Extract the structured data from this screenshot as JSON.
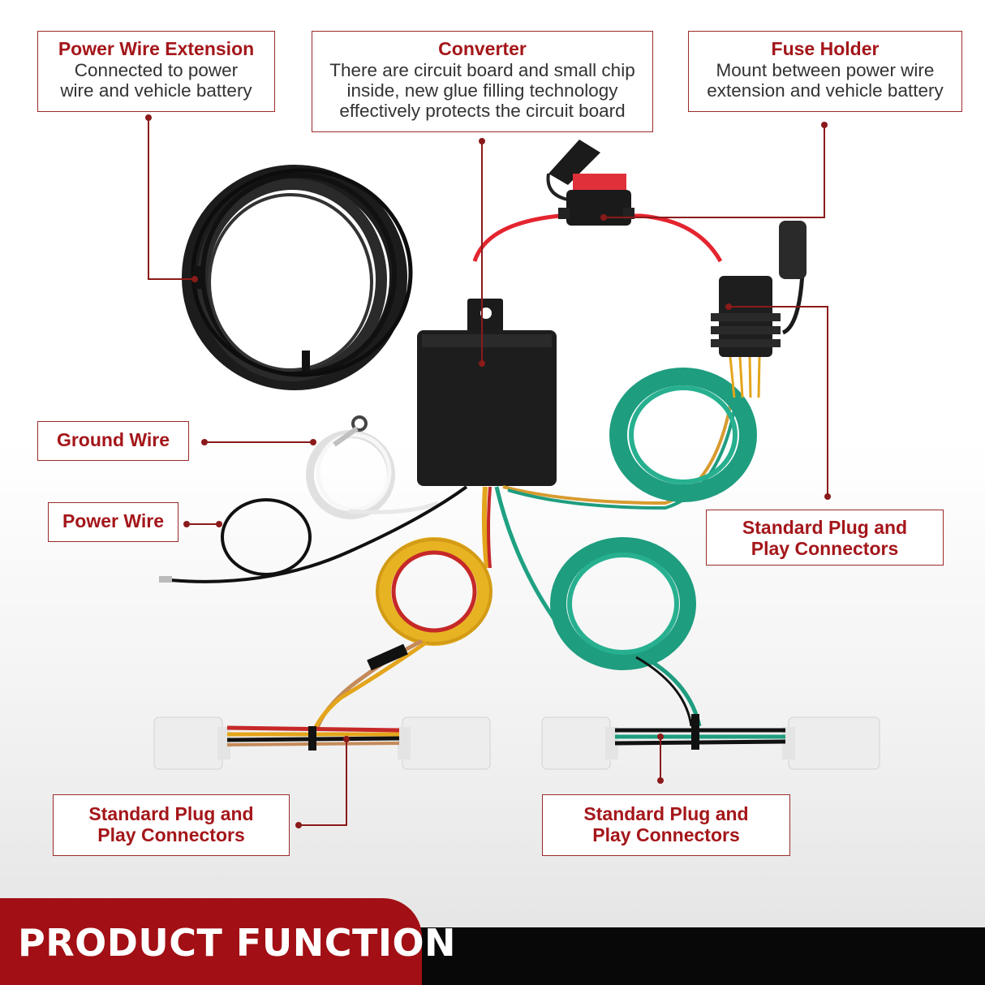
{
  "callouts": {
    "power_wire_extension": {
      "title": "Power Wire Extension",
      "line1": "Connected to power",
      "line2": "wire and vehicle battery"
    },
    "converter": {
      "title": "Converter",
      "line1": "There are circuit board and small chip",
      "line2": "inside, new glue filling technology",
      "line3": "effectively protects the circuit board"
    },
    "fuse_holder": {
      "title": "Fuse Holder",
      "line1": "Mount between power wire",
      "line2": "extension and vehicle battery"
    },
    "ground_wire": {
      "title": "Ground Wire"
    },
    "power_wire": {
      "title": "Power Wire"
    },
    "connectors_right": {
      "line1": "Standard Plug and",
      "line2": "Play Connectors"
    },
    "connectors_bottom_left": {
      "line1": "Standard Plug and",
      "line2": "Play Connectors"
    },
    "connectors_bottom_center": {
      "line1": "Standard Plug and",
      "line2": "Play Connectors"
    }
  },
  "footer": {
    "title": "PRODUCT FUNCTION"
  },
  "colors": {
    "accent_red": "#a20f14",
    "leader_line": "#8b1a1a",
    "black_band": "#080808"
  }
}
